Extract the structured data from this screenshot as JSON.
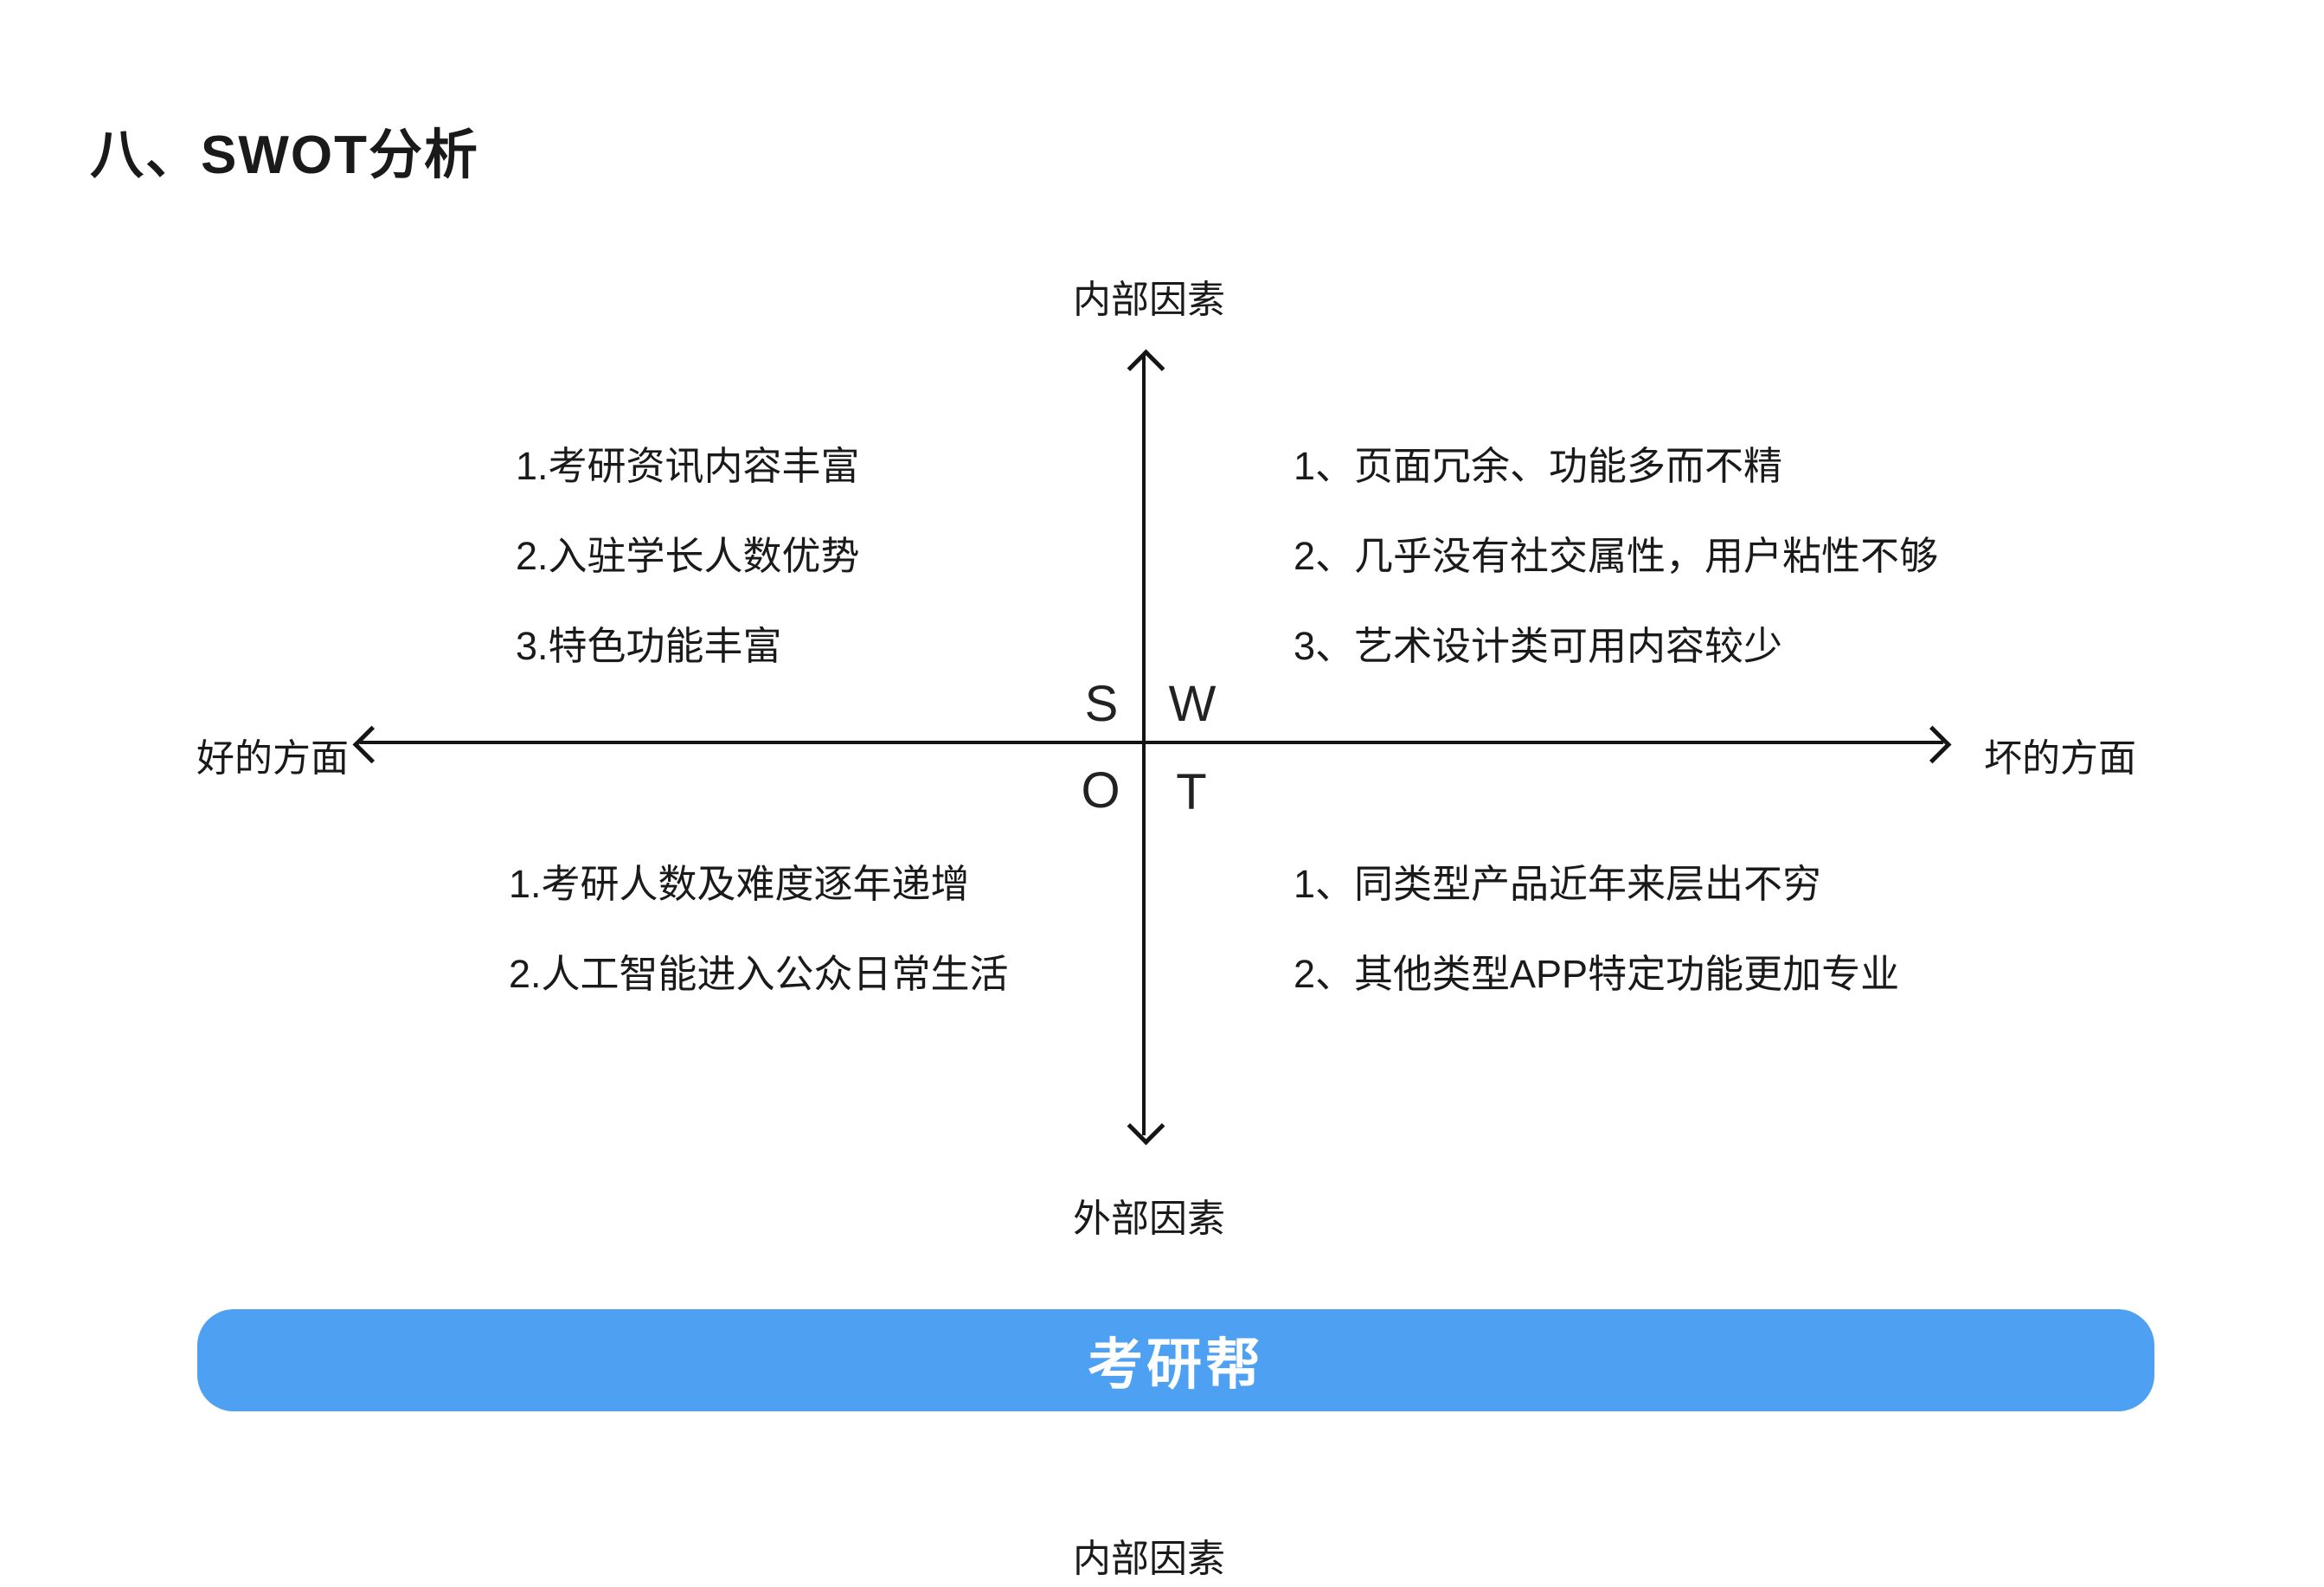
{
  "page": {
    "title": "八、SWOT分析"
  },
  "diagram": {
    "axis": {
      "top_label": "内部因素",
      "bottom_label": "外部因素",
      "left_label": "好的方面",
      "right_label": "坏的方面"
    },
    "letters": {
      "s": "S",
      "w": "W",
      "o": "O",
      "t": "T"
    },
    "quadrants": {
      "strengths": {
        "items": [
          "1.考研资讯内容丰富",
          "2.入驻学长人数优势",
          "3.特色功能丰富"
        ]
      },
      "weaknesses": {
        "items": [
          "1、页面冗余、功能多而不精",
          "2、几乎没有社交属性，用户粘性不够",
          "3、艺术设计类可用内容较少"
        ]
      },
      "opportunities": {
        "items": [
          "1.考研人数及难度逐年递增",
          "2.人工智能进入公众日常生活"
        ]
      },
      "threats": {
        "items": [
          "1、同类型产品近年来层出不穷",
          "2、其他类型APP特定功能更加专业"
        ]
      }
    }
  },
  "banner": {
    "label": "考研帮",
    "color": "#4DA0F2",
    "text_color": "#FFFFFF"
  },
  "footer": {
    "next_section_label": "内部因素"
  }
}
